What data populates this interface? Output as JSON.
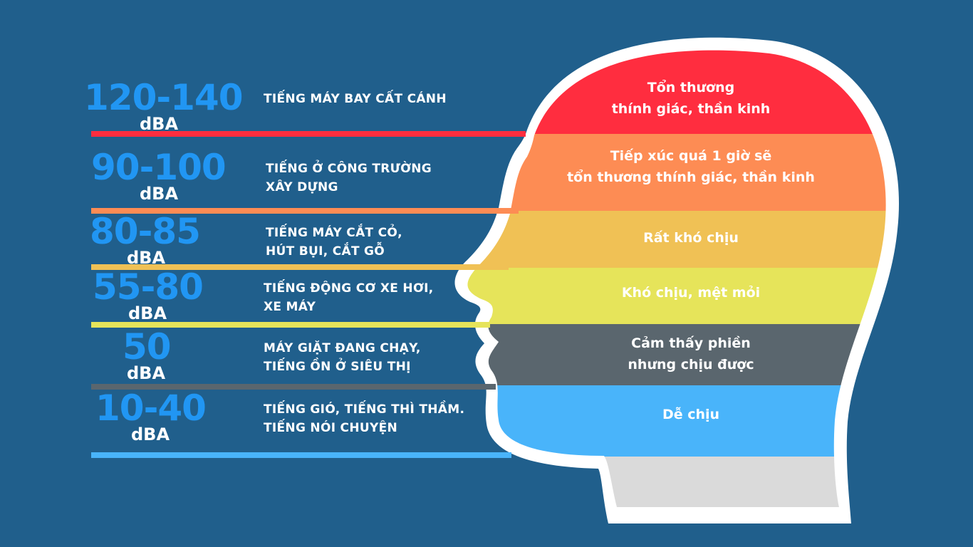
{
  "levels": [
    {
      "range": "120-140",
      "unit": "dBA",
      "desc_line1": "TIẾNG MÁY BAY CẤT CÁNH",
      "desc_line2": "",
      "color": "#ff2d3f",
      "zone_line1": "Tổn thương",
      "zone_line2": "thính giác, thần kinh"
    },
    {
      "range": "90-100",
      "unit": "dBA",
      "desc_line1": "TIẾNG Ở CÔNG TRƯỜNG",
      "desc_line2": "XÂY DỰNG",
      "color": "#fd8c54",
      "zone_line1": "Tiếp xúc quá 1 giờ sẽ",
      "zone_line2": "tổn thương thính giác, thần kinh"
    },
    {
      "range": "80-85",
      "unit": "dBA",
      "desc_line1": "TIẾNG MÁY CẮT CỎ,",
      "desc_line2": "HÚT BỤI, CẮT GỖ",
      "color": "#f0c155",
      "zone_line1": "Rất khó chịu",
      "zone_line2": ""
    },
    {
      "range": "55-80",
      "unit": "dBA",
      "desc_line1": "TIẾNG ĐỘNG CƠ XE HƠI,",
      "desc_line2": "XE MÁY",
      "color": "#e6e45a",
      "zone_line1": "Khó chịu, mệt mỏi",
      "zone_line2": ""
    },
    {
      "range": "50",
      "unit": "dBA",
      "desc_line1": "MÁY GIẶT ĐANG CHẠY,",
      "desc_line2": "TIẾNG ỒN Ở SIÊU THỊ",
      "color": "#5a666e",
      "zone_line1": "Cảm thấy phiền",
      "zone_line2": "nhưng chịu được"
    },
    {
      "range": "10-40",
      "unit": "dBA",
      "desc_line1": "TIẾNG GIÓ, TIẾNG THÌ THẦM.",
      "desc_line2": "TIẾNG NÓI CHUYỆN",
      "color": "#49b4fa",
      "zone_line1": "Dễ chịu",
      "zone_line2": ""
    }
  ],
  "neck_color": "#dadada",
  "background_color": "#205f8c",
  "level_text_color": "#2196f3"
}
